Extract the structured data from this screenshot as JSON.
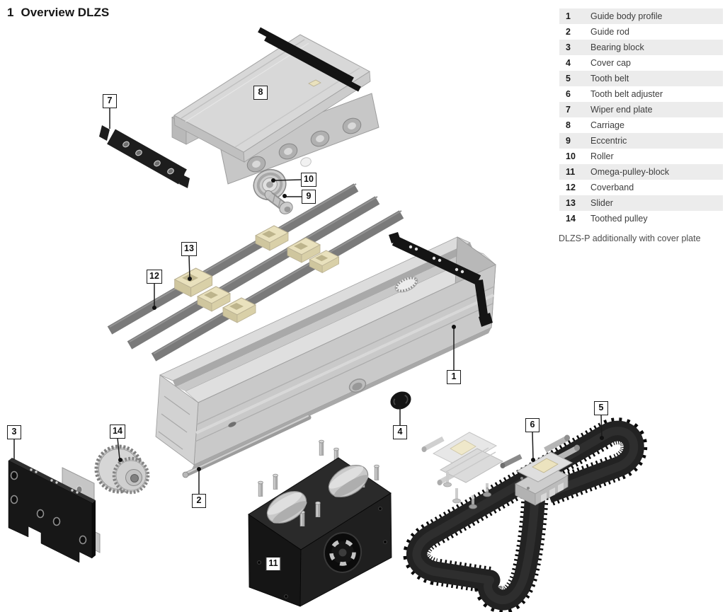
{
  "title": {
    "number": "1",
    "text": "Overview DLZS"
  },
  "legend": {
    "rows": [
      {
        "num": "1",
        "label": "Guide body profile"
      },
      {
        "num": "2",
        "label": "Guide rod"
      },
      {
        "num": "3",
        "label": "Bearing block"
      },
      {
        "num": "4",
        "label": "Cover cap"
      },
      {
        "num": "5",
        "label": "Tooth belt"
      },
      {
        "num": "6",
        "label": "Tooth belt adjuster"
      },
      {
        "num": "7",
        "label": "Wiper end plate"
      },
      {
        "num": "8",
        "label": "Carriage"
      },
      {
        "num": "9",
        "label": "Eccentric"
      },
      {
        "num": "10",
        "label": "Roller"
      },
      {
        "num": "11",
        "label": "Omega-pulley-block"
      },
      {
        "num": "12",
        "label": "Coverband"
      },
      {
        "num": "13",
        "label": "Slider"
      },
      {
        "num": "14",
        "label": "Toothed pulley"
      }
    ],
    "note": "DLZS-P additionally with cover plate"
  },
  "callouts": [
    {
      "num": "1",
      "part": "guide-body-profile"
    },
    {
      "num": "2",
      "part": "guide-rod"
    },
    {
      "num": "3",
      "part": "bearing-block"
    },
    {
      "num": "4",
      "part": "cover-cap"
    },
    {
      "num": "5",
      "part": "tooth-belt"
    },
    {
      "num": "6",
      "part": "tooth-belt-adjuster"
    },
    {
      "num": "7",
      "part": "wiper-end-plate"
    },
    {
      "num": "8",
      "part": "carriage"
    },
    {
      "num": "9",
      "part": "eccentric"
    },
    {
      "num": "10",
      "part": "roller"
    },
    {
      "num": "11",
      "part": "omega-pulley-block"
    },
    {
      "num": "12",
      "part": "coverband"
    },
    {
      "num": "13",
      "part": "slider"
    },
    {
      "num": "14",
      "part": "toothed-pulley"
    }
  ],
  "colors": {
    "row_alt": "#ececec",
    "black_part": "#1a1a1a",
    "beige": "#e9e1bd",
    "coverband": "#7a7a7a",
    "metal_light": "#d8d8d8"
  }
}
